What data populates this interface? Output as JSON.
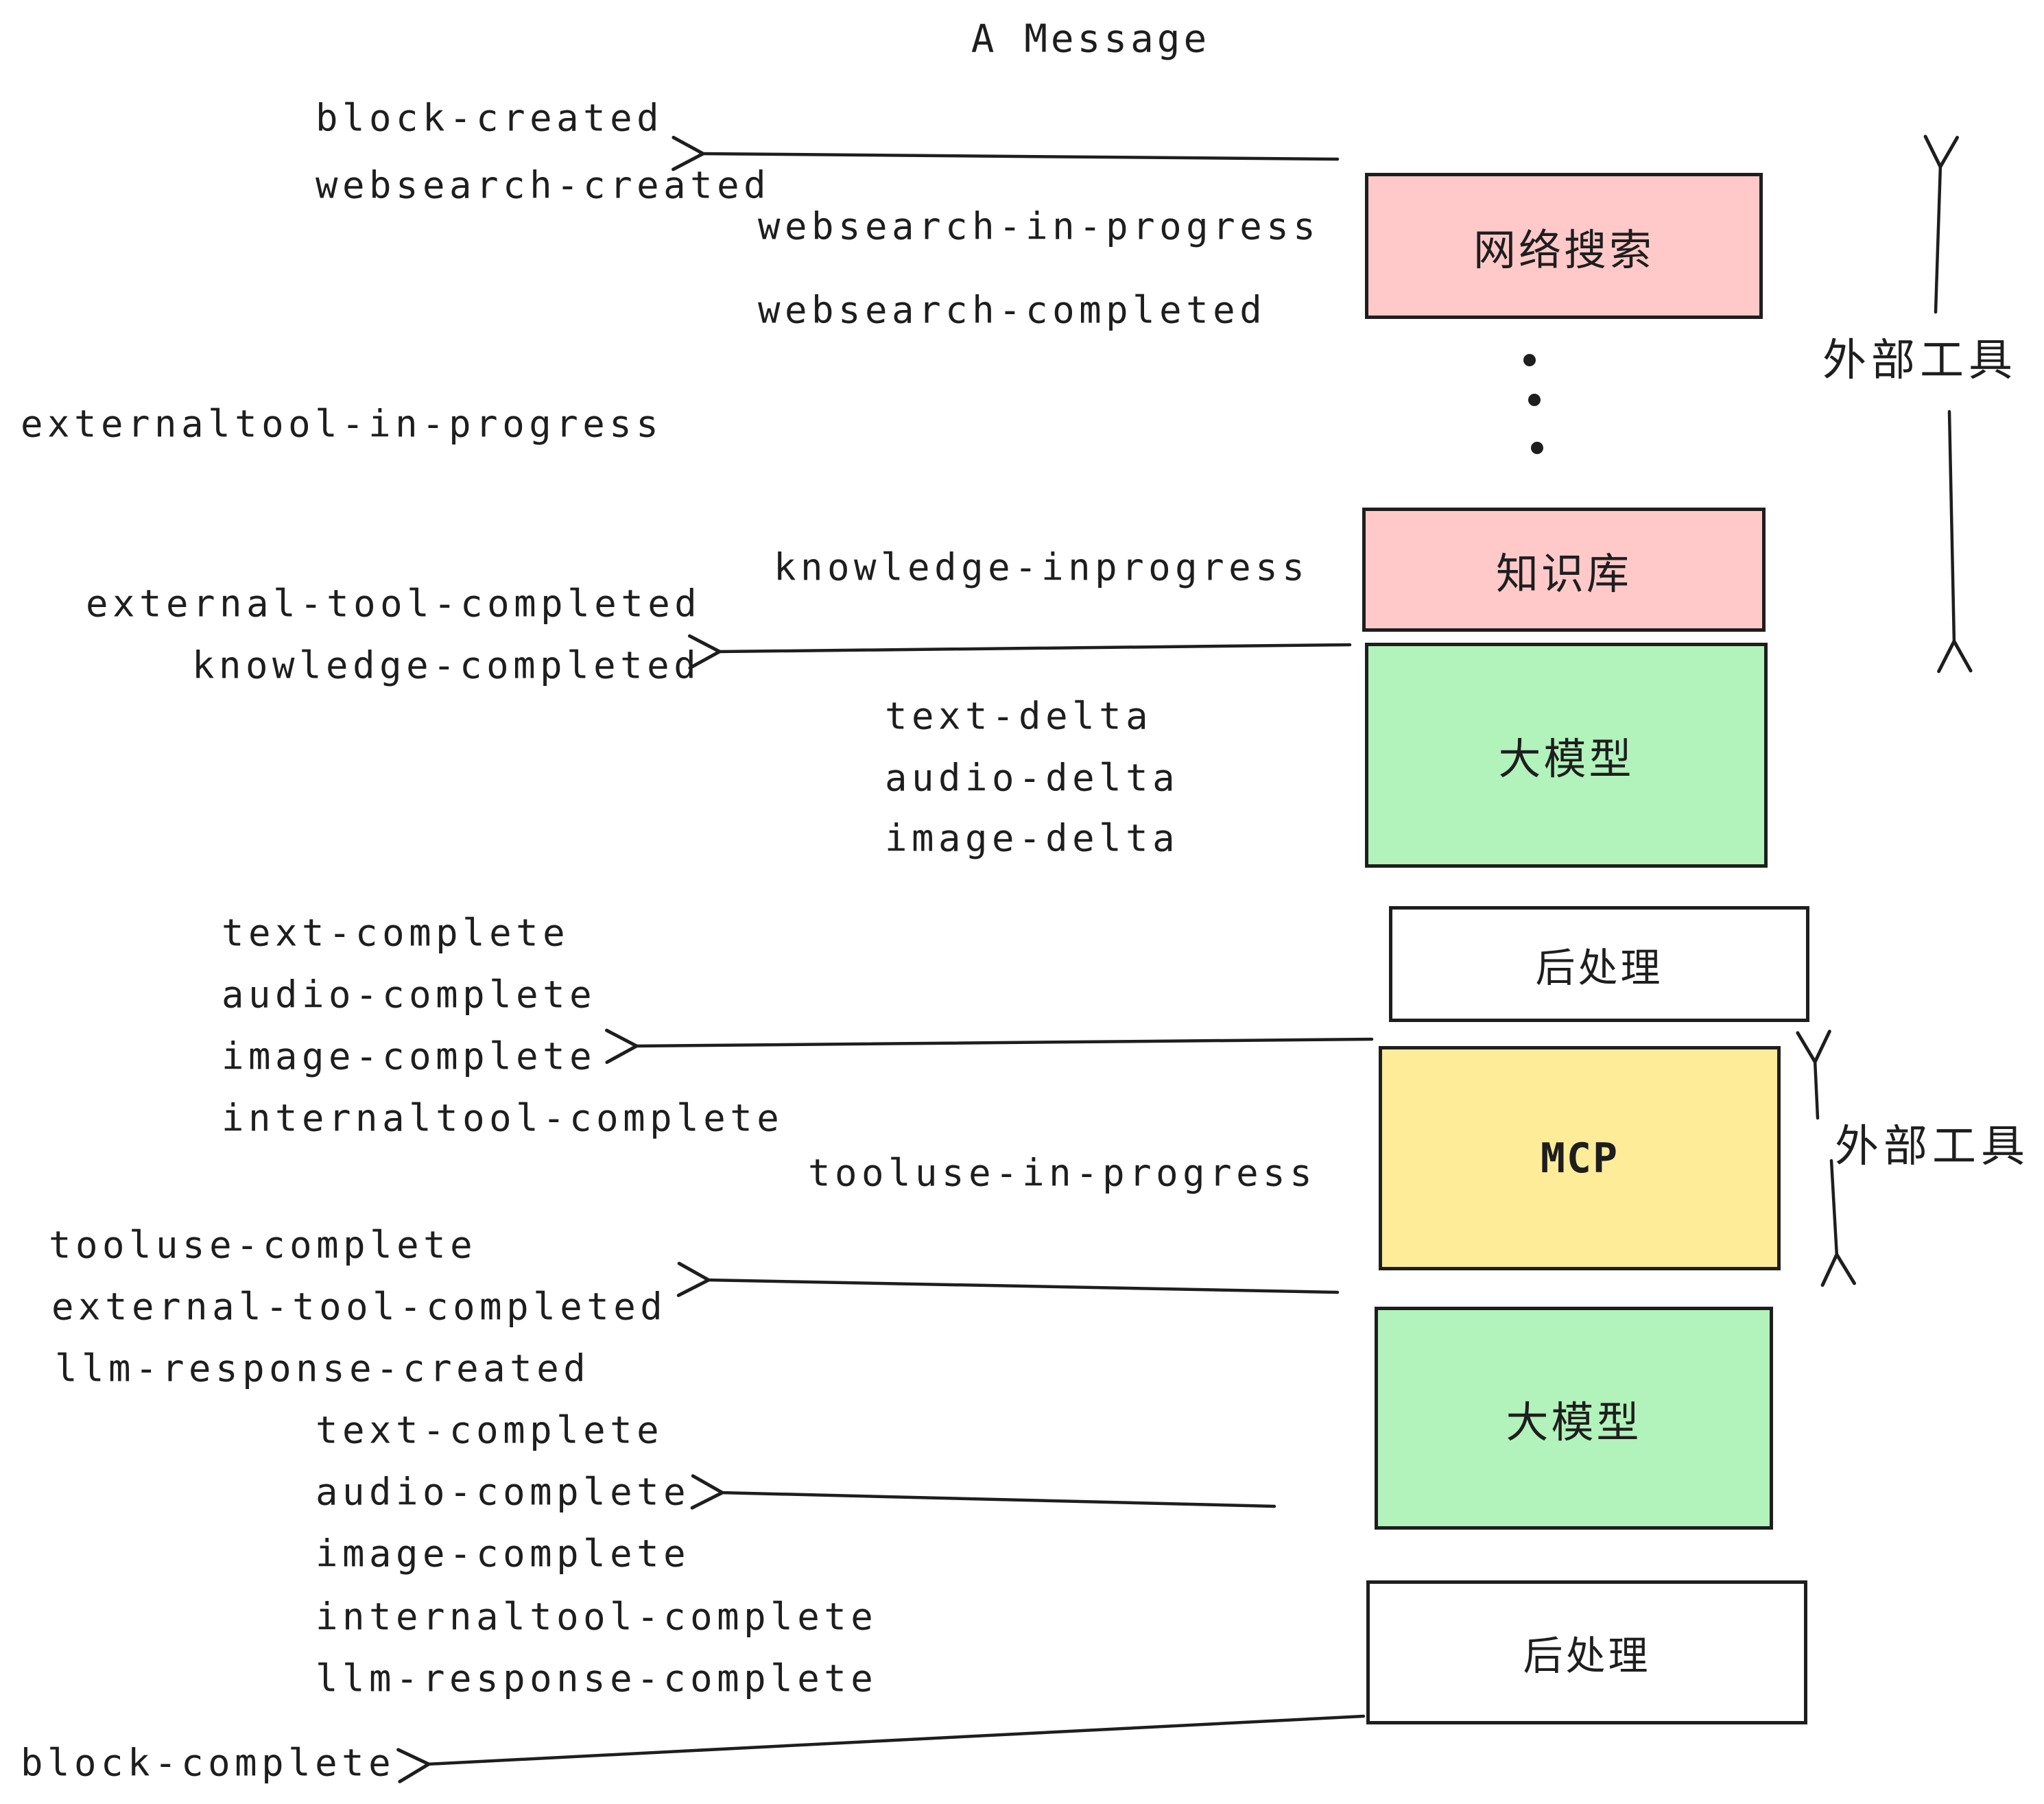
{
  "title": "A Message",
  "colors": {
    "pink": "#ffc9c9",
    "green": "#b2f2bb",
    "yellow": "#ffec99",
    "white": "#ffffff",
    "stroke": "#1e1e1e"
  },
  "boxes": [
    {
      "id": "websearch",
      "label": "网络搜索",
      "color": "pink"
    },
    {
      "id": "knowledge",
      "label": "知识库",
      "color": "pink"
    },
    {
      "id": "llm-1",
      "label": "大模型",
      "color": "green"
    },
    {
      "id": "post-1",
      "label": "后处理",
      "color": "white"
    },
    {
      "id": "mcp",
      "label": "MCP",
      "color": "yellow"
    },
    {
      "id": "llm-2",
      "label": "大模型",
      "color": "green"
    },
    {
      "id": "post-2",
      "label": "后处理",
      "color": "white"
    }
  ],
  "side_labels": [
    {
      "label": "外部工具"
    },
    {
      "label": "外部工具"
    }
  ],
  "events": [
    {
      "label": "block-created"
    },
    {
      "label": "websearch-created"
    },
    {
      "label": "websearch-in-progress"
    },
    {
      "label": "websearch-completed"
    },
    {
      "label": "externaltool-in-progress"
    },
    {
      "label": "knowledge-inprogress"
    },
    {
      "label": "external-tool-completed"
    },
    {
      "label": "knowledge-completed"
    },
    {
      "label": "text-delta"
    },
    {
      "label": "audio-delta"
    },
    {
      "label": "image-delta"
    },
    {
      "label": "text-complete"
    },
    {
      "label": "audio-complete"
    },
    {
      "label": "image-complete"
    },
    {
      "label": "internaltool-complete"
    },
    {
      "label": "tooluse-in-progress"
    },
    {
      "label": "tooluse-complete"
    },
    {
      "label": "external-tool-completed"
    },
    {
      "label": "llm-response-created"
    },
    {
      "label": "text-complete"
    },
    {
      "label": "audio-complete"
    },
    {
      "label": "image-complete"
    },
    {
      "label": "internaltool-complete"
    },
    {
      "label": "llm-response-complete"
    },
    {
      "label": "block-complete"
    }
  ]
}
